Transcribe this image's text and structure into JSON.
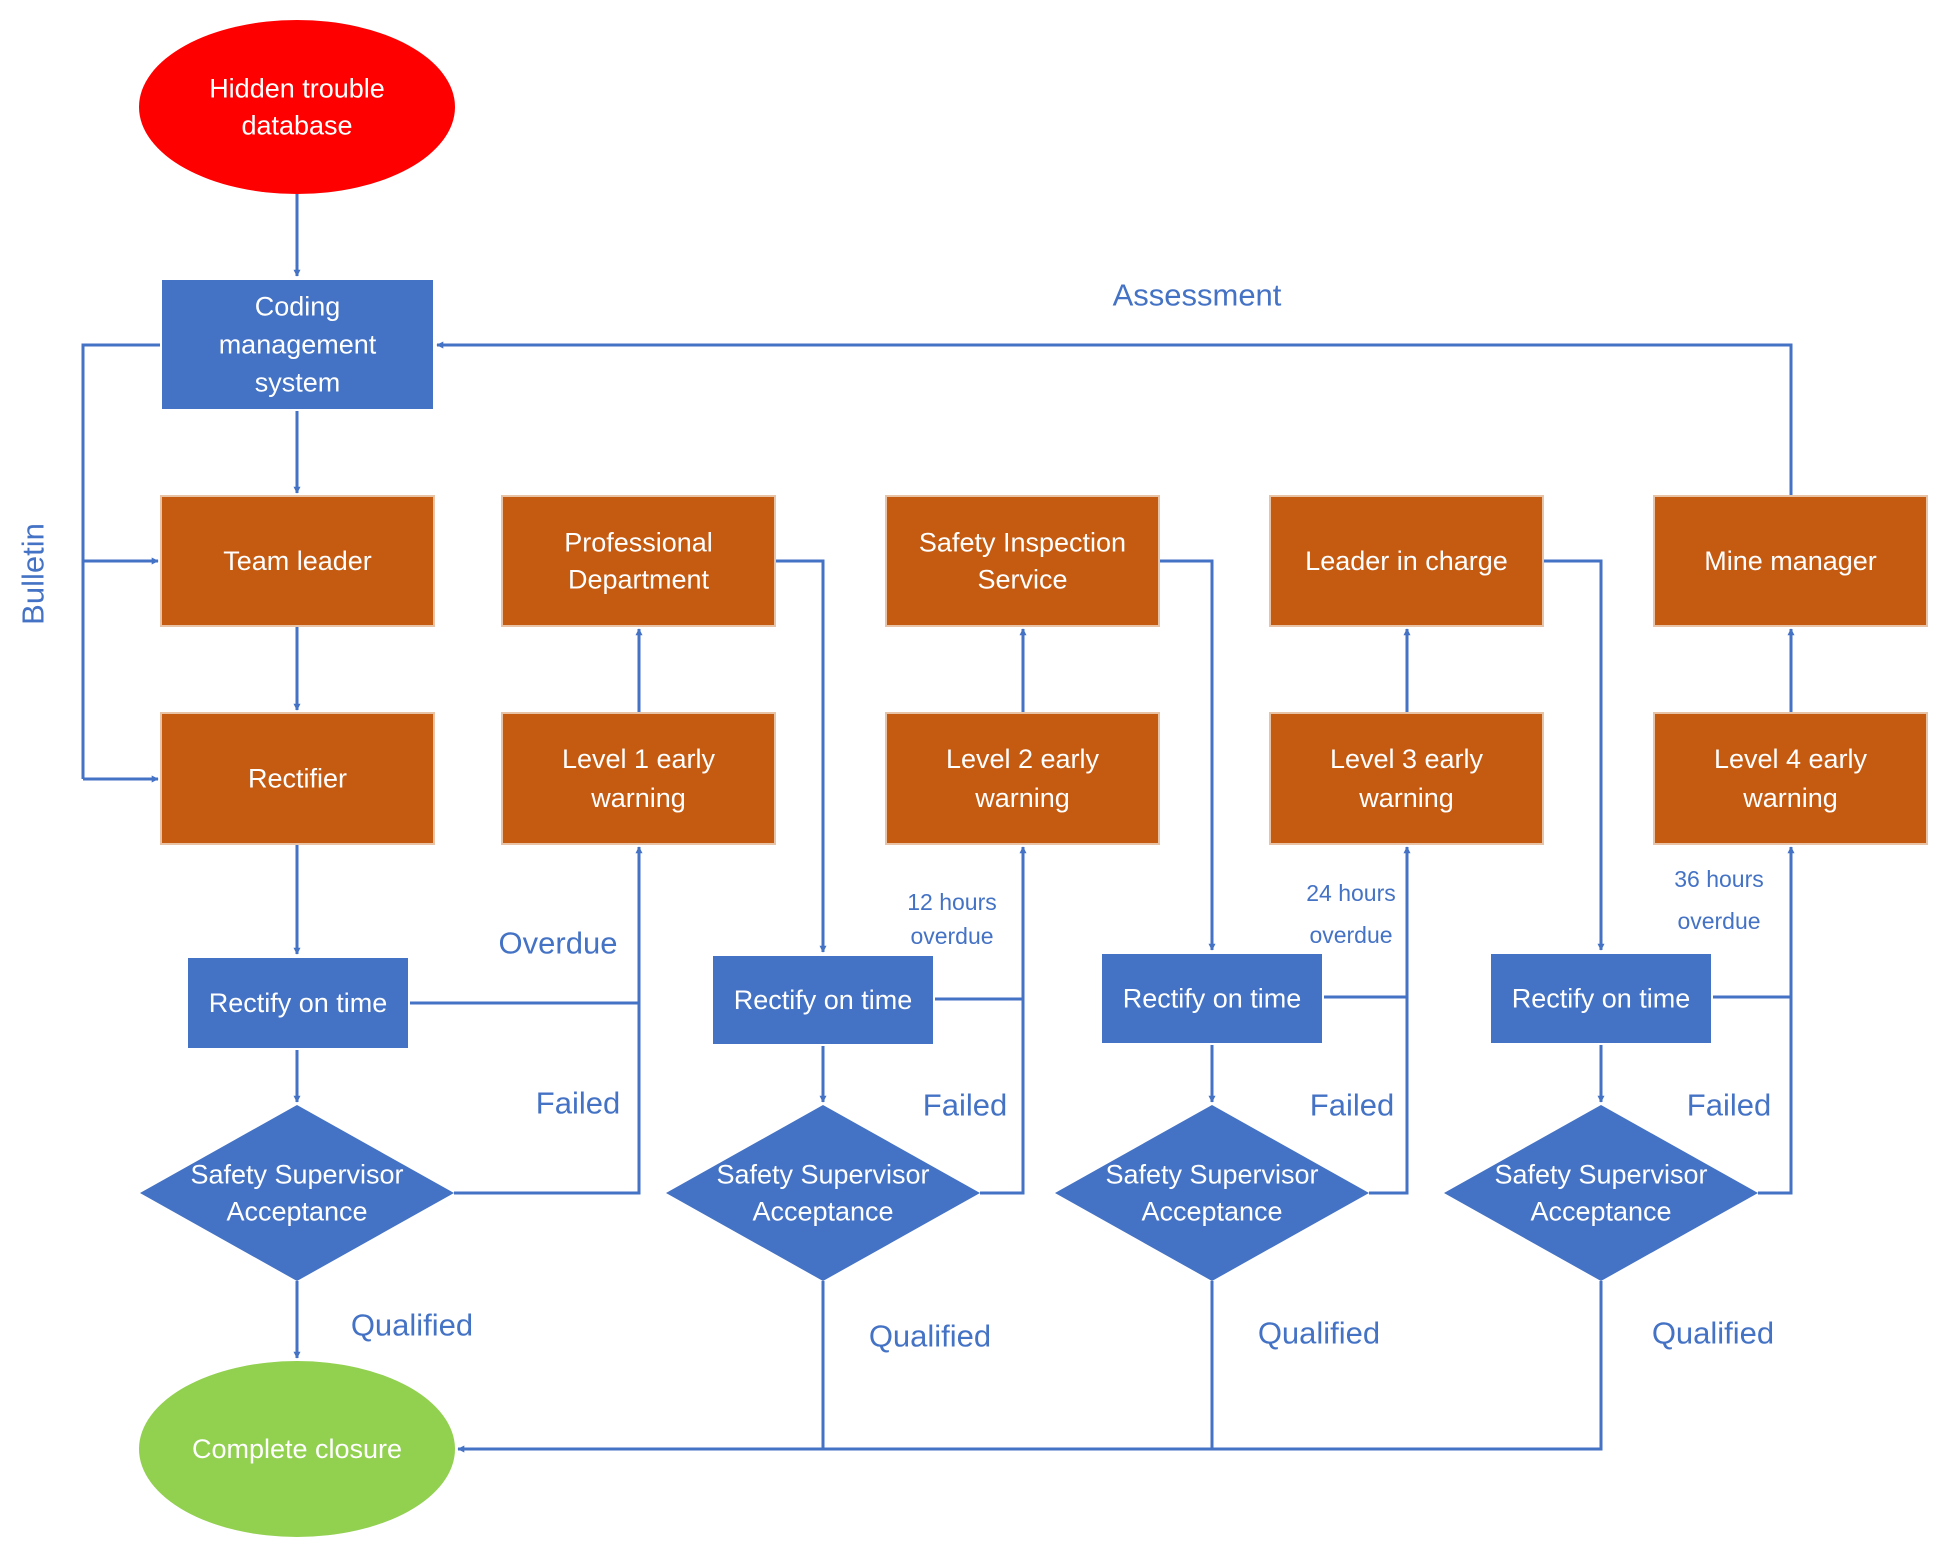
{
  "colors": {
    "start": "#ff0000",
    "coding": "#4472c4",
    "role": "#c55a11",
    "process": "#4472c4",
    "decision": "#4472c4",
    "end": "#92d050",
    "edge": "#4472c4",
    "label": "#4472c4"
  },
  "nodes": {
    "start": [
      "Hidden trouble",
      "database"
    ],
    "coding": [
      "Coding",
      "management",
      "system"
    ],
    "team_leader": [
      "Team leader"
    ],
    "rectifier": [
      "Rectifier"
    ],
    "professional": [
      "Professional",
      "Department"
    ],
    "safety_inspection": [
      "Safety Inspection",
      "Service"
    ],
    "leader_in_charge": [
      "Leader in charge"
    ],
    "mine_manager": [
      "Mine manager"
    ],
    "level1": [
      "Level 1 early",
      "warning"
    ],
    "level2": [
      "Level 2 early",
      "warning"
    ],
    "level3": [
      "Level 3 early",
      "warning"
    ],
    "level4": [
      "Level 4 early",
      "warning"
    ],
    "rectify_label": "Rectify on time",
    "decision": [
      "Safety Supervisor",
      "Acceptance"
    ],
    "end": [
      "Complete closure"
    ]
  },
  "labels": {
    "assessment": "Assessment",
    "bulletin": "Bulletin",
    "overdue": "Overdue",
    "failed": "Failed",
    "qualified": "Qualified",
    "overdue_12": [
      "12 hours",
      "overdue"
    ],
    "overdue_24": [
      "24 hours",
      "overdue"
    ],
    "overdue_36": [
      "36 hours",
      "overdue"
    ]
  }
}
